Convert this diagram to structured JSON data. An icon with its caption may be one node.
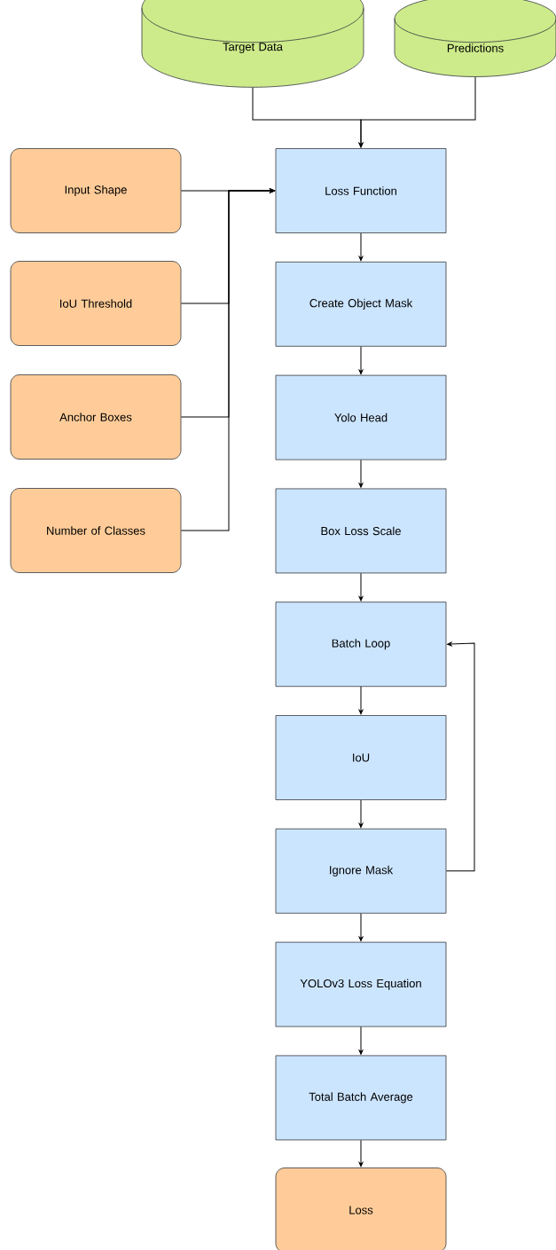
{
  "diagram": {
    "nodes": [
      {
        "text": [
          "Target Data"
        ]
      },
      {
        "text": [
          "Predictions"
        ]
      },
      {
        "text": [
          "Input Shape"
        ]
      },
      {
        "text": [
          "IoU Threshold"
        ]
      },
      {
        "text": [
          "Anchor Boxes"
        ]
      },
      {
        "text": [
          "Number of Classes"
        ]
      },
      {
        "text": [
          "Loss Function"
        ]
      },
      {
        "text": [
          "Create Object Mask"
        ]
      },
      {
        "text": [
          "Yolo Head"
        ]
      },
      {
        "text": [
          "Box Loss Scale"
        ]
      },
      {
        "text": [
          "Batch Loop"
        ]
      },
      {
        "text": [
          "IoU"
        ]
      },
      {
        "text": [
          "Ignore Mask"
        ]
      },
      {
        "text": [
          "YOLOv3 Loss Equation"
        ]
      },
      {
        "text": [
          "Total Batch Average"
        ]
      },
      {
        "text": [
          "Loss"
        ]
      }
    ],
    "edges": [
      {
        "from": 0,
        "to": 6,
        "arrow": "to"
      },
      {
        "from": 1,
        "to": 6,
        "arrow": "to"
      },
      {
        "from": 2,
        "to": 6,
        "arrow": "to"
      },
      {
        "from": 3,
        "to": 6,
        "arrow": "to"
      },
      {
        "from": 4,
        "to": 6,
        "arrow": "to"
      },
      {
        "from": 5,
        "to": 6,
        "arrow": "to"
      },
      {
        "from": 6,
        "to": 7,
        "arrow": "to"
      },
      {
        "from": 7,
        "to": 8,
        "arrow": "to"
      },
      {
        "from": 8,
        "to": 9,
        "arrow": "to"
      },
      {
        "from": 9,
        "to": 10,
        "arrow": "to"
      },
      {
        "from": 10,
        "to": 11,
        "arrow": "to"
      },
      {
        "from": 11,
        "to": 12,
        "arrow": "to"
      },
      {
        "from": 12,
        "to": 13,
        "arrow": "to"
      },
      {
        "from": 13,
        "to": 14,
        "arrow": "to"
      },
      {
        "from": 14,
        "to": 15,
        "arrow": "to"
      },
      {
        "from": 12,
        "to": 10,
        "arrow": "to"
      }
    ]
  }
}
